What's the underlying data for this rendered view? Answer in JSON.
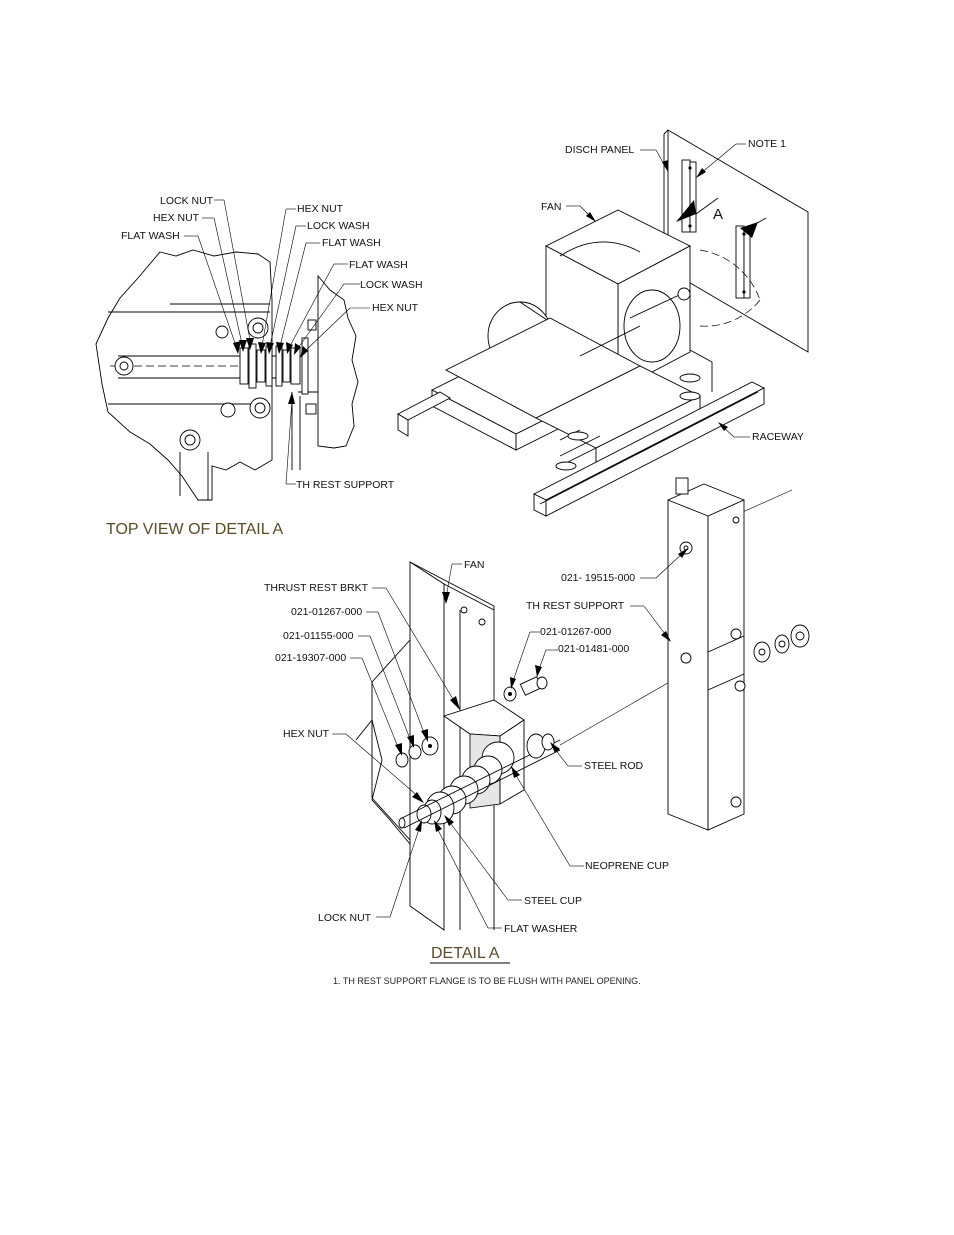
{
  "top_view": {
    "title": "TOP VIEW OF DETAIL  A",
    "labels": {
      "lock_nut": "LOCK NUT",
      "hex_nut_left": "HEX NUT",
      "flat_wash_left": "FLAT WASH",
      "hex_nut_1": "HEX NUT",
      "lock_wash_1": "LOCK WASH",
      "flat_wash_1": "FLAT WASH",
      "flat_wash_2": "FLAT WASH",
      "lock_wash_2": "LOCK WASH",
      "hex_nut_2": "HEX NUT",
      "th_rest_support": "TH REST SUPPORT"
    }
  },
  "assembly": {
    "labels": {
      "disch_panel": "DISCH PANEL",
      "note_1": "NOTE 1",
      "fan": "FAN",
      "section_a": "A",
      "raceway": "RACEWAY"
    }
  },
  "detail_a": {
    "title": "DETAIL  A",
    "labels": {
      "fan": "FAN",
      "thrust_rest_brkt": "THRUST REST BRKT",
      "part_01267_left": "021-01267-000",
      "part_01155": "021-01155-000",
      "part_19307": "021-19307-000",
      "hex_nut": "HEX NUT",
      "lock_nut": "LOCK NUT",
      "part_19515": "021- 19515-000",
      "th_rest_support": "TH REST SUPPORT",
      "part_01267_right": "021-01267-000",
      "part_01481": "021-01481-000",
      "steel_rod": "STEEL ROD",
      "neoprene_cup": "NEOPRENE CUP",
      "steel_cup": "STEEL CUP",
      "flat_washer": "FLAT WASHER"
    },
    "note": "1.  TH REST SUPPORT FLANGE IS TO BE FLUSH WITH PANEL OPENING."
  }
}
